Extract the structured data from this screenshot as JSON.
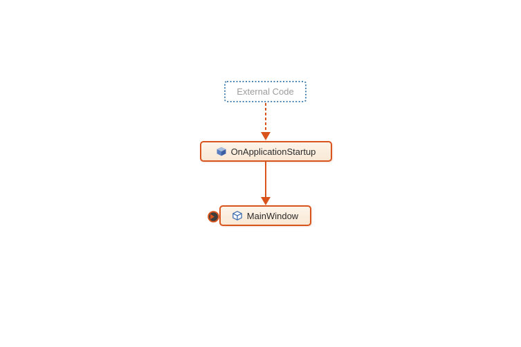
{
  "diagram": {
    "nodes": {
      "external": {
        "label": "External Code",
        "icon": null
      },
      "startup": {
        "label": "OnApplicationStartup",
        "icon": "method-cube-icon"
      },
      "main": {
        "label": "MainWindow",
        "icon": "class-cube-icon"
      }
    },
    "edges": [
      {
        "from": "external",
        "to": "startup",
        "style": "dashed"
      },
      {
        "from": "startup",
        "to": "main",
        "style": "solid"
      }
    ],
    "badge": {
      "icon": "expand-node-icon"
    }
  },
  "colors": {
    "edge": "#d9541c",
    "node_border": "#d9541c",
    "node_fill_top": "#fdf4e9",
    "node_fill_bottom": "#f9e8d5",
    "external_border": "#4b84b0",
    "external_text": "#9c9c9c",
    "node_text": "#2b2b2b",
    "badge_fill": "#3d3d3d",
    "icon_blue_light": "#a9bede",
    "icon_blue_mid": "#5b7fc0",
    "icon_blue_dark": "#3c5fa6",
    "icon_outline_blue": "#4170ae",
    "background": "#ffffff"
  }
}
